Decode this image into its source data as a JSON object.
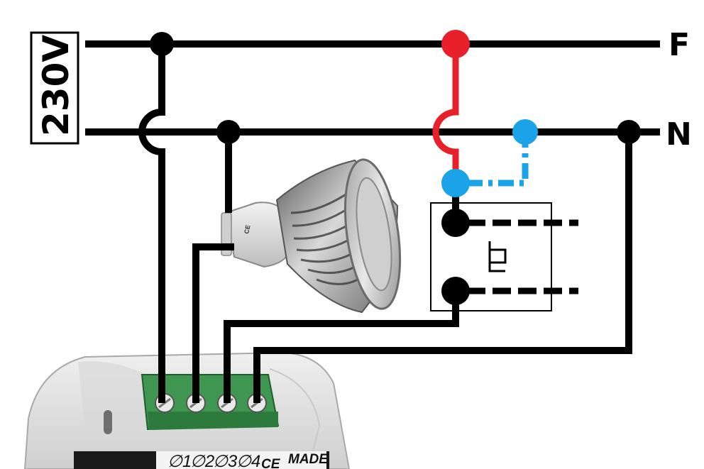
{
  "supply": {
    "voltage_label": "230V",
    "line_phase_label": "F",
    "line_neutral_label": "N"
  },
  "device": {
    "terminal_marks": [
      "∅1",
      "∅2",
      "∅3",
      "∅4"
    ],
    "ce_mark": "CE",
    "made_text": "MADE"
  },
  "bulb": {
    "ce_mark": "CE"
  },
  "colors": {
    "wire": "#000000",
    "phase_link": "#e8202a",
    "neutral_link_dashed": "#1aa3e8",
    "terminal_block": "#3e9650",
    "device_body": "#e4e4e4"
  },
  "icons": {
    "switch": "push-button-switch-icon",
    "bulb": "gu10-led-bulb-icon"
  }
}
